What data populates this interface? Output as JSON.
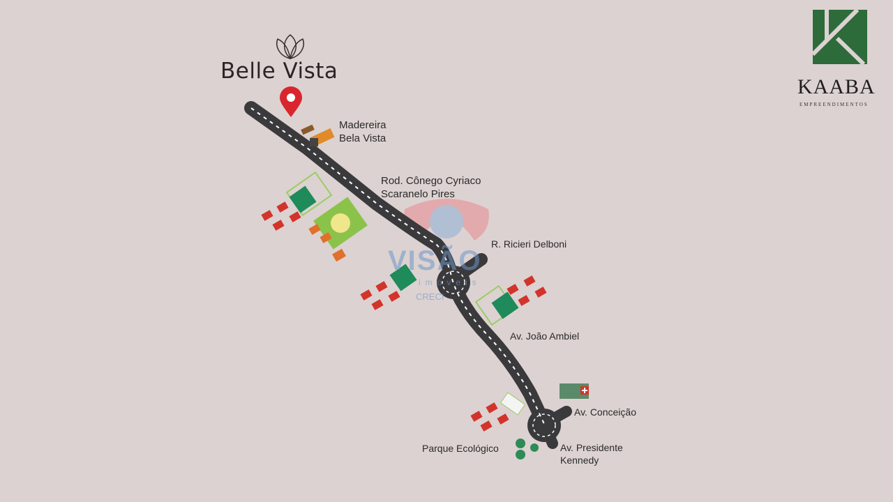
{
  "development": {
    "name": "Belle Vista",
    "icon": "lotus-icon"
  },
  "developer": {
    "name": "KAABA",
    "tagline": "EMPREENDIMENTOS",
    "color": "#2e6b3a"
  },
  "watermark": {
    "name": "VISÃO",
    "sub": "imóveis",
    "creci": "CRECI"
  },
  "location_pin": {
    "icon": "map-pin-icon",
    "color": "#d9262e"
  },
  "labels": {
    "madeireira": [
      "Madereira",
      "Bela Vista"
    ],
    "rodovia": [
      "Rod. Cônego Cyriaco",
      "Scaranelo Pires"
    ],
    "ricieri": "R. Ricieri Delboni",
    "joao_ambiel": "Av. João Ambiel",
    "conceicao": "Av. Conceição",
    "parque": "Parque Ecológico",
    "kennedy": [
      "Av. Presidente",
      "Kennedy"
    ]
  },
  "colors": {
    "background": "#dcd2d1",
    "road": "#3a3a3c",
    "houses": "#d2342b",
    "parks": "#2e8b57"
  }
}
